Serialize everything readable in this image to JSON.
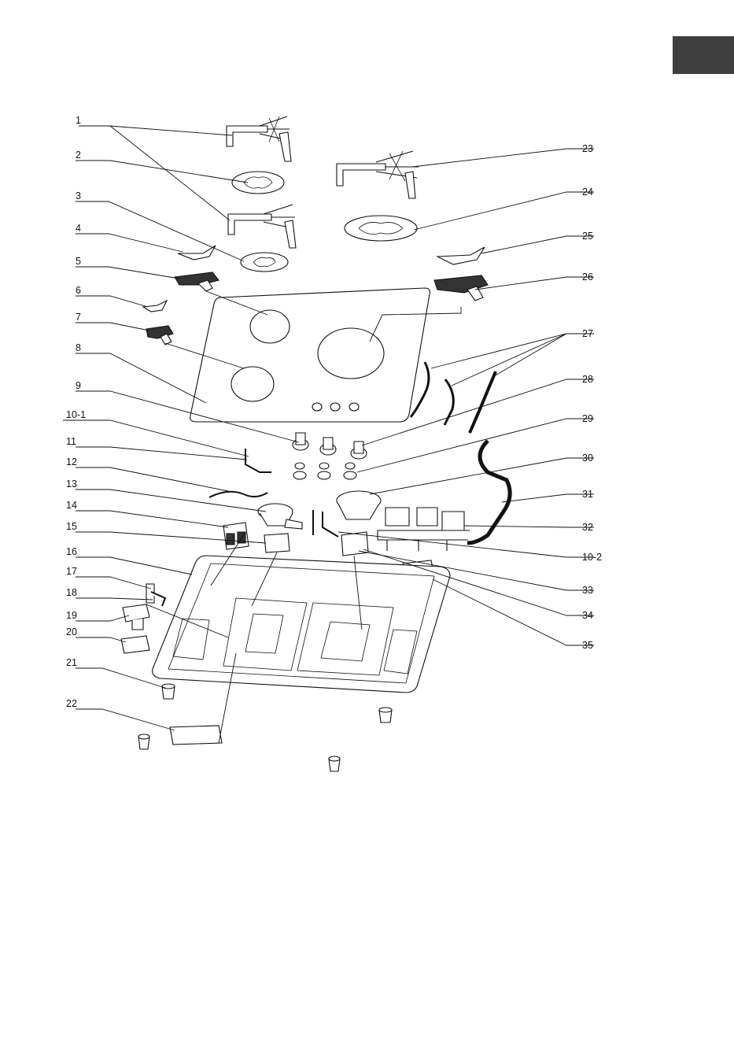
{
  "labels_left": [
    "1",
    "2",
    "3",
    "4",
    "5",
    "6",
    "7",
    "8",
    "9",
    "10-1",
    "11",
    "12",
    "13",
    "14",
    "15",
    "16",
    "17",
    "18",
    "19",
    "20",
    "21",
    "22"
  ],
  "labels_right": [
    "23",
    "24",
    "25",
    "26",
    "27",
    "28",
    "29",
    "30",
    "31",
    "32",
    "10-2",
    "33",
    "34",
    "35"
  ],
  "colors": {
    "tab": "#3f3f3f",
    "ink": "#111111"
  }
}
